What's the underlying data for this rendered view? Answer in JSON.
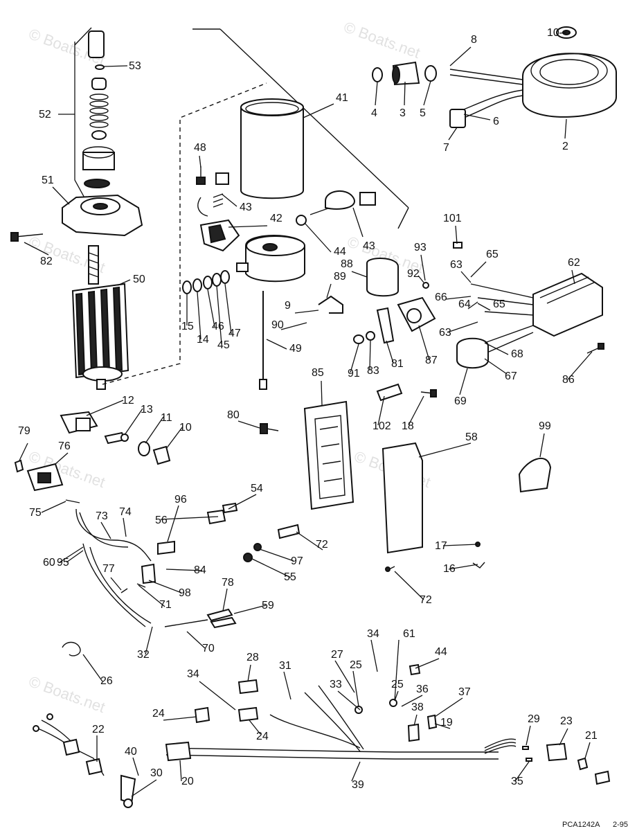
{
  "diagram": {
    "watermark": "© Boats.net",
    "footer_code": "PCA1242A",
    "footer_date": "2-95",
    "callouts": [
      "10",
      "8",
      "53",
      "41",
      "4",
      "3",
      "5",
      "6",
      "7",
      "2",
      "52",
      "48",
      "43",
      "51",
      "42",
      "44",
      "43",
      "101",
      "93",
      "82",
      "50",
      "88",
      "92",
      "65",
      "63",
      "62",
      "89",
      "66",
      "64",
      "65",
      "15",
      "14",
      "46",
      "45",
      "47",
      "9",
      "90",
      "63",
      "49",
      "91",
      "83",
      "81",
      "87",
      "68",
      "67",
      "86",
      "69",
      "85",
      "12",
      "13",
      "11",
      "10",
      "80",
      "102",
      "18",
      "79",
      "76",
      "58",
      "99",
      "75",
      "73",
      "74",
      "95",
      "96",
      "54",
      "56",
      "72",
      "60",
      "97",
      "17",
      "84",
      "55",
      "77",
      "98",
      "16",
      "71",
      "78",
      "59",
      "72",
      "70",
      "32",
      "34",
      "61",
      "26",
      "28",
      "44",
      "27",
      "31",
      "25",
      "34",
      "33",
      "25",
      "36",
      "37",
      "24",
      "24",
      "29",
      "38",
      "19",
      "23",
      "22",
      "40",
      "20",
      "21",
      "30",
      "39",
      "35"
    ]
  }
}
